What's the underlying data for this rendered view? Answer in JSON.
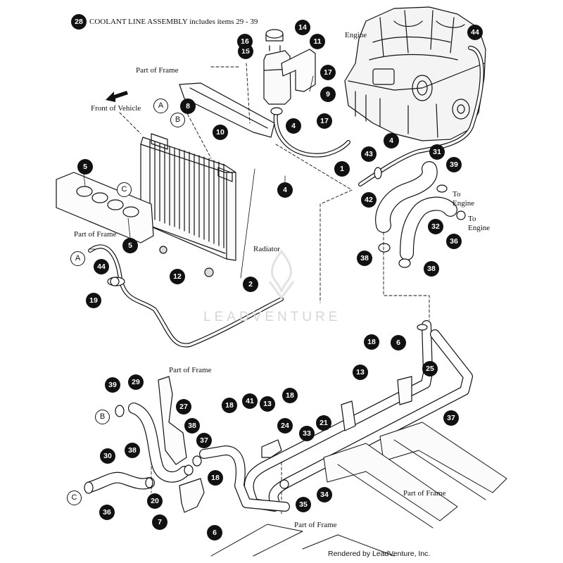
{
  "title": {
    "item": "28",
    "text": "COOLANT LINE ASSEMBLY includes items 29 - 39"
  },
  "labels": {
    "engine": "Engine",
    "front_of_vehicle": "Front of Vehicle",
    "part_of_frame": "Part of Frame",
    "radiator": "Radiator",
    "to_engine": "To Engine"
  },
  "connectors": [
    "A",
    "B",
    "C"
  ],
  "callouts": [
    "1",
    "2",
    "4",
    "5",
    "6",
    "7",
    "8",
    "9",
    "10",
    "11",
    "12",
    "13",
    "14",
    "15",
    "16",
    "17",
    "18",
    "19",
    "20",
    "21",
    "24",
    "25",
    "27",
    "28",
    "29",
    "30",
    "31",
    "32",
    "33",
    "34",
    "35",
    "36",
    "37",
    "38",
    "39",
    "41",
    "42",
    "43",
    "44"
  ],
  "watermark": "LEADVENTURE",
  "credit": "Rendered by LeadVenture, Inc."
}
